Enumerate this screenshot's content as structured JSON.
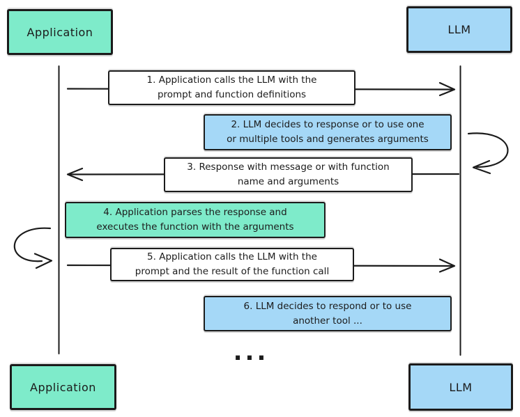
{
  "diagram": {
    "type": "sequence-diagram",
    "actors": {
      "top_left": {
        "label": "Application"
      },
      "top_right": {
        "label": "LLM"
      },
      "bottom_left": {
        "label": "Application"
      },
      "bottom_right": {
        "label": "LLM"
      }
    },
    "messages": [
      {
        "step": 1,
        "text": "1. Application calls the LLM with the\nprompt and function definitions",
        "style": "plain",
        "from": "Application",
        "to": "LLM"
      },
      {
        "step": 2,
        "text": "2. LLM decides to response or to use one\nor multiple tools and generates arguments",
        "style": "llm",
        "from": "LLM",
        "to": "LLM"
      },
      {
        "step": 3,
        "text": "3. Response with message or with function\nname and arguments",
        "style": "plain",
        "from": "LLM",
        "to": "Application"
      },
      {
        "step": 4,
        "text": "4. Application parses the response and\nexecutes the function with the arguments",
        "style": "app",
        "from": "Application",
        "to": "Application"
      },
      {
        "step": 5,
        "text": "5. Application calls the LLM with the\nprompt and the result of the function call",
        "style": "plain",
        "from": "Application",
        "to": "LLM"
      },
      {
        "step": 6,
        "text": "6. LLM decides to respond or to use\nanother tool ...",
        "style": "llm",
        "from": "LLM",
        "to": "LLM"
      }
    ],
    "ellipsis": "...",
    "colors": {
      "application_fill": "#7eebca",
      "llm_fill": "#a5d8f7",
      "stroke": "#1b1b1b",
      "message_fill": "#ffffff"
    }
  }
}
